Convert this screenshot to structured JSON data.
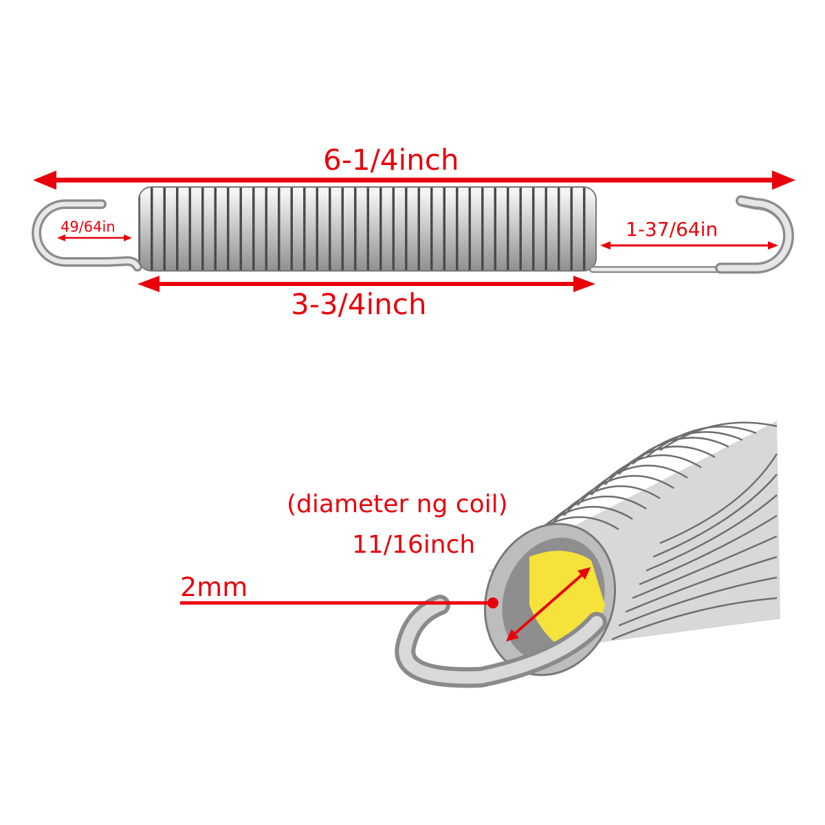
{
  "image": {
    "description": "Extension spring dimension diagram",
    "accent_color": "#e8000b",
    "highlight_color": "#f5e23a"
  },
  "dimensions": {
    "overall_length": "6-1/4inch",
    "coil_body_length": "3-3/4inch",
    "left_hook_length": "49/64in",
    "right_hook_length": "1-37/64in",
    "coil_diameter_caption": "(diameter ng coil)",
    "coil_diameter": "11/16inch",
    "wire_thickness": "2mm"
  }
}
